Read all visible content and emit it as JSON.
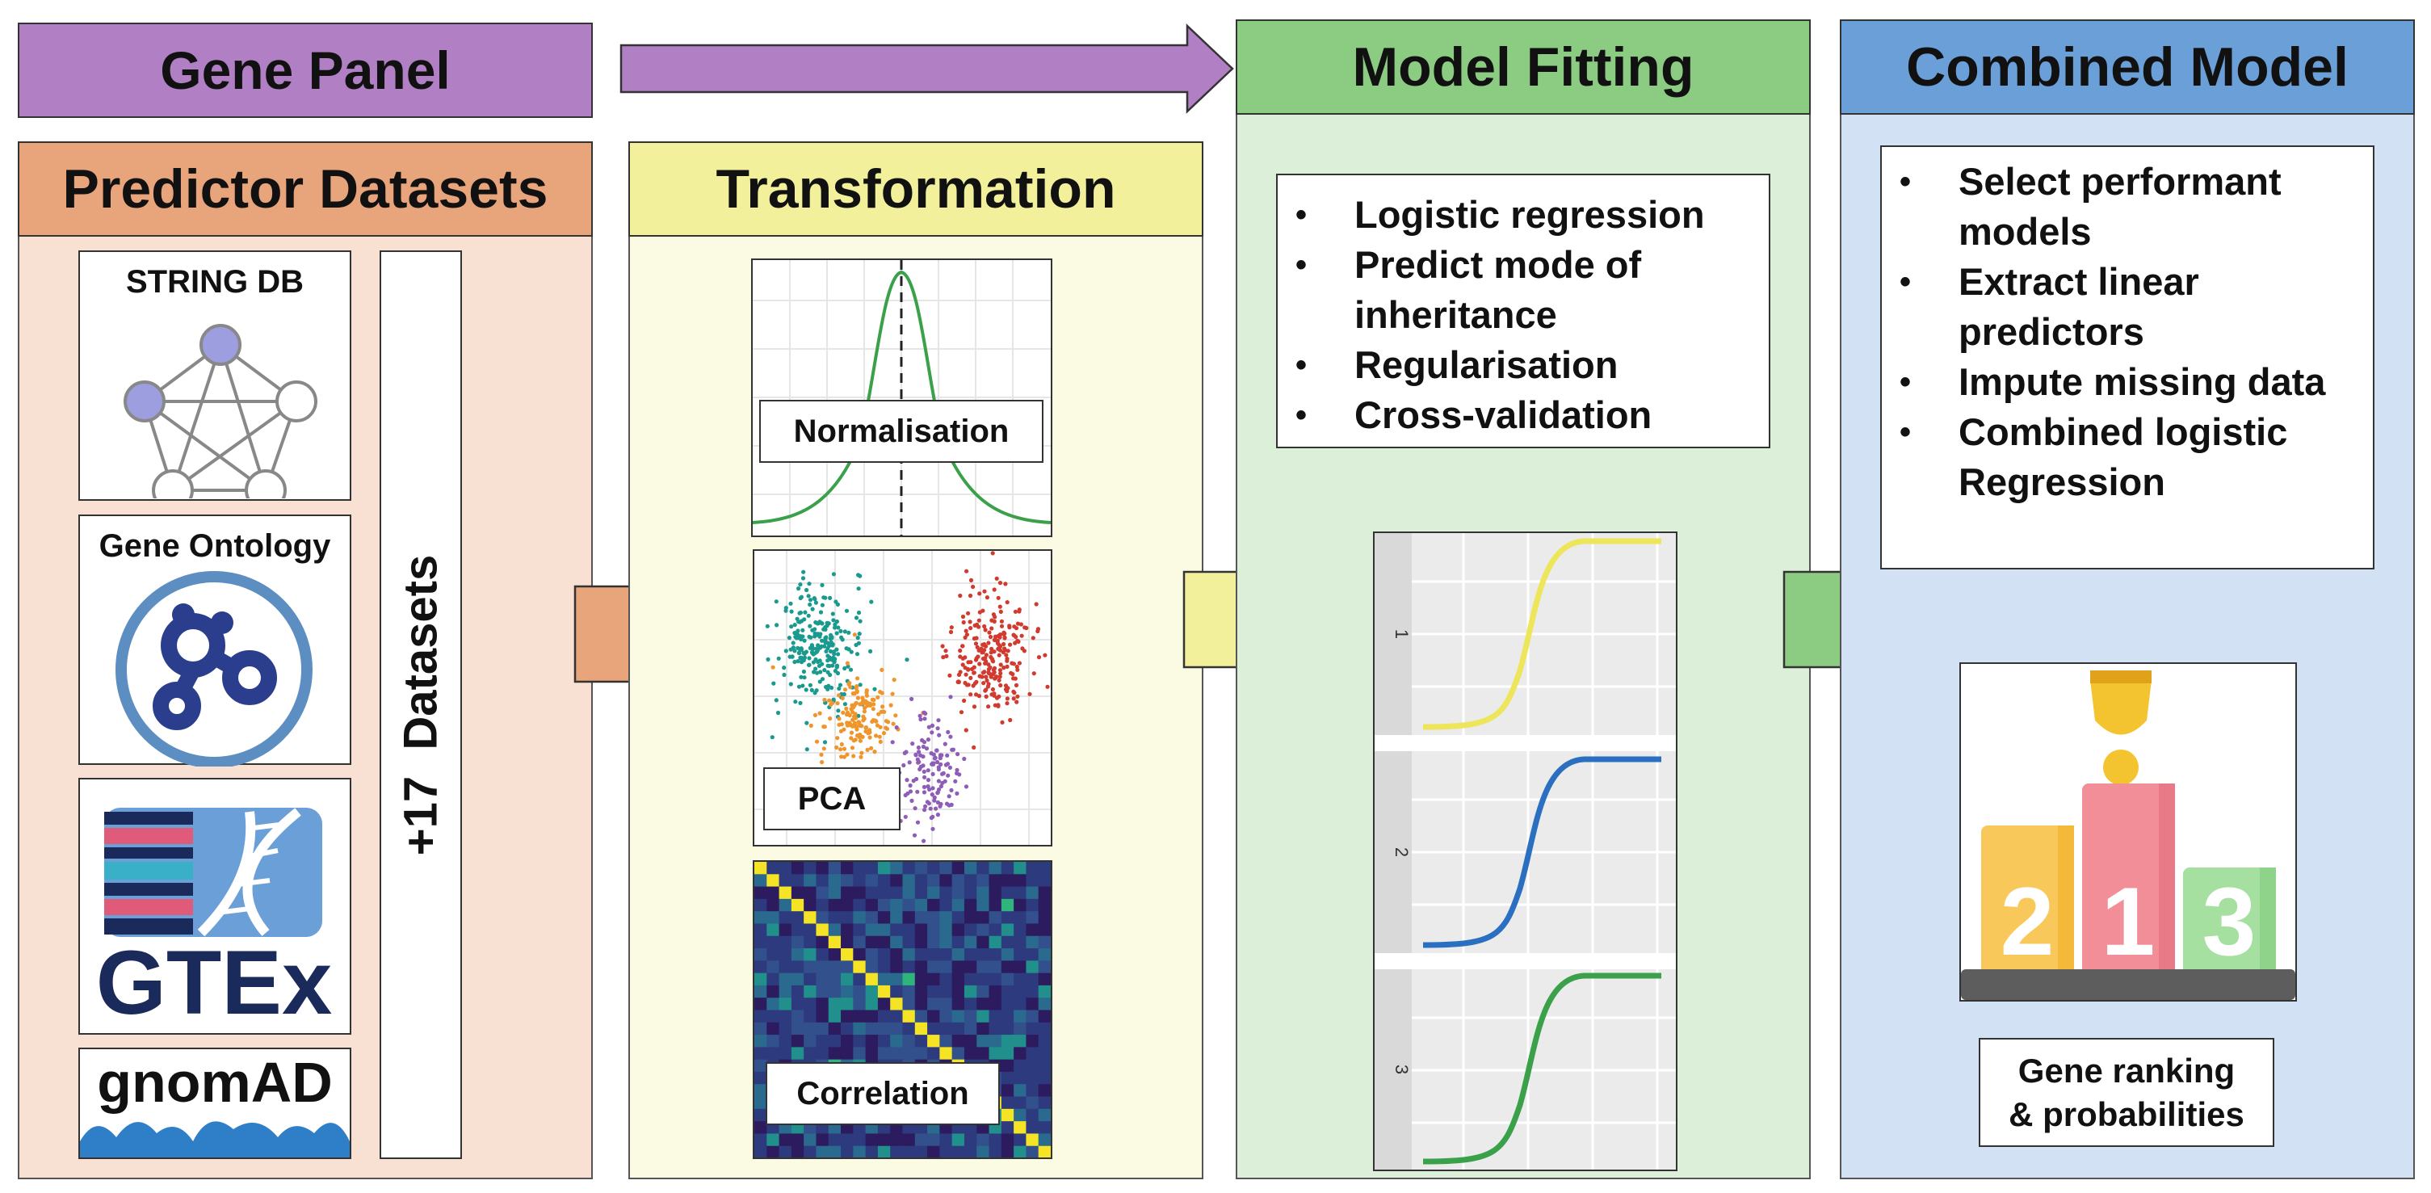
{
  "gene_panel": {
    "title": "Gene Panel"
  },
  "predictor_datasets": {
    "title": "Predictor Datasets",
    "logos": [
      {
        "label": "STRING DB",
        "icon": "string-network-icon"
      },
      {
        "label": "Gene Ontology",
        "icon": "gene-ontology-logo"
      },
      {
        "label": "GTEx",
        "icon": "gtex-logo"
      },
      {
        "label": "gnomAD",
        "icon": "gnomad-logo"
      }
    ],
    "more_datasets": "+17  Datasets"
  },
  "transformation": {
    "title": "Transformation",
    "panels": [
      {
        "label": "Normalisation",
        "icon": "normal-curve-plot"
      },
      {
        "label": "PCA",
        "icon": "pca-scatter-plot"
      },
      {
        "label": "Correlation",
        "icon": "correlation-heatmap"
      }
    ]
  },
  "model_fitting": {
    "title": "Model Fitting",
    "bullets": [
      "Logistic regression",
      "Predict mode of inheritance",
      "Regularisation",
      "Cross-validation"
    ],
    "facet_labels": [
      "1",
      "2",
      "3"
    ]
  },
  "combined_model": {
    "title": "Combined Model",
    "bullets": [
      "Select performant models",
      "Extract linear predictors",
      "Impute missing data",
      "Combined logistic Regression"
    ],
    "podium_numbers": [
      "2",
      "1",
      "3"
    ],
    "output_label": "Gene ranking & probabilities"
  },
  "colors": {
    "purple": "#b07fc4",
    "orange": "#e8a57b",
    "orange_light": "#f8e0d3",
    "yellow": "#f2f09a",
    "yellow_light": "#fbfbe4",
    "green": "#8ccc82",
    "green_light": "#dcefd8",
    "blue": "#6a9fd8",
    "blue_light": "#d2e1f3"
  }
}
